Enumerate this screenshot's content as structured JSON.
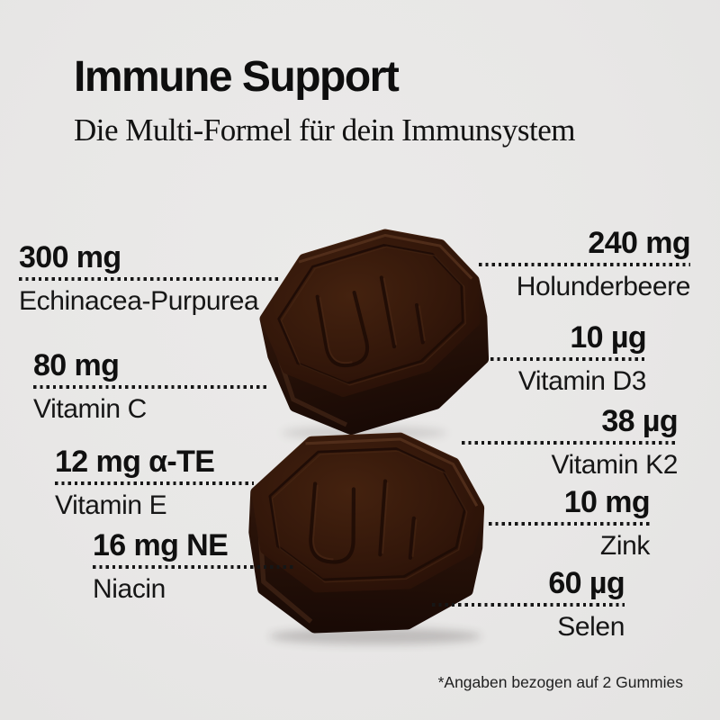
{
  "page": {
    "background_color": "#e8e7e6",
    "text_color": "#121212",
    "gummy_color": "#30160c"
  },
  "header": {
    "title": "Immune Support",
    "subtitle": "Die Multi-Formel für dein Immunsystem"
  },
  "nutrients": {
    "left": [
      {
        "amount": "300 mg",
        "name": "Echinacea-Purpurea"
      },
      {
        "amount": "80 mg",
        "name": "Vitamin C"
      },
      {
        "amount": "12 mg α-TE",
        "name": "Vitamin E"
      },
      {
        "amount": "16 mg NE",
        "name": "Niacin"
      }
    ],
    "right": [
      {
        "amount": "240 mg",
        "name": "Holunderbeere"
      },
      {
        "amount": "10 µg",
        "name": "Vitamin D3"
      },
      {
        "amount": "38 µg",
        "name": "Vitamin K2"
      },
      {
        "amount": "10 mg",
        "name": "Zink"
      },
      {
        "amount": "60 µg",
        "name": "Selen"
      }
    ]
  },
  "image": {
    "alt": "Zwei dunkelbraune achteckige Gummies"
  },
  "footnote": "*Angaben bezogen auf 2 Gummies"
}
